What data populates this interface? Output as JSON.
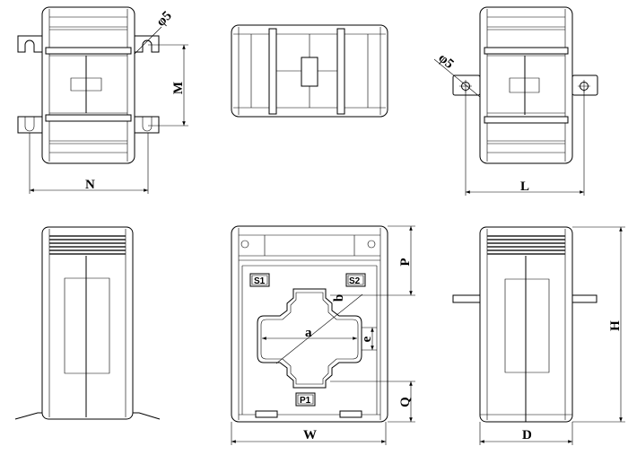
{
  "title": "Current transformer outline dimensions",
  "views": {
    "top_left": {
      "dim_width": "N",
      "dim_height": "M",
      "hole": "φ5"
    },
    "top_middle": {},
    "top_right": {
      "dim_width": "L",
      "hole": "φ5"
    },
    "bottom_left": {},
    "bottom_middle": {
      "dim_width": "W",
      "dim_top": "P",
      "dim_bottom": "Q",
      "window_width": "a",
      "window_bar": "e",
      "window_diag": "b",
      "terminals": [
        "S1",
        "S2",
        "P1"
      ]
    },
    "bottom_right": {
      "dim_width": "D",
      "dim_height": "H"
    }
  }
}
